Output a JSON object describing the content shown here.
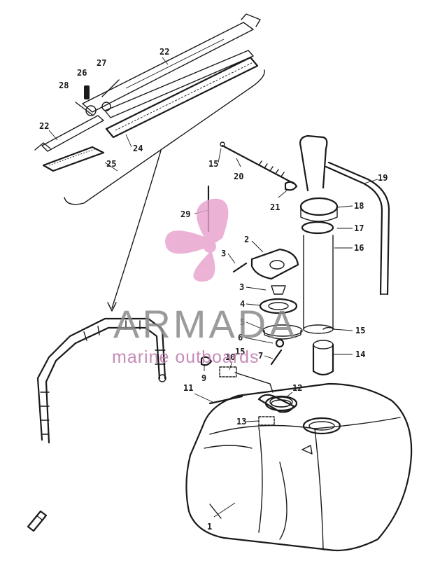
{
  "callouts": [
    {
      "id": "c1",
      "text": "1"
    },
    {
      "id": "c2",
      "text": "2"
    },
    {
      "id": "c3",
      "text": "3"
    },
    {
      "id": "c3b",
      "text": "3"
    },
    {
      "id": "c4",
      "text": "4"
    },
    {
      "id": "c5",
      "text": "5"
    },
    {
      "id": "c6",
      "text": "6"
    },
    {
      "id": "c7",
      "text": "7"
    },
    {
      "id": "c9",
      "text": "9"
    },
    {
      "id": "c10",
      "text": "10"
    },
    {
      "id": "c11",
      "text": "11"
    },
    {
      "id": "c12",
      "text": "12"
    },
    {
      "id": "c13",
      "text": "13"
    },
    {
      "id": "c14",
      "text": "14"
    },
    {
      "id": "c15a",
      "text": "15"
    },
    {
      "id": "c15b",
      "text": "15"
    },
    {
      "id": "c15c",
      "text": "15"
    },
    {
      "id": "c16",
      "text": "16"
    },
    {
      "id": "c17",
      "text": "17"
    },
    {
      "id": "c18",
      "text": "18"
    },
    {
      "id": "c19",
      "text": "19"
    },
    {
      "id": "c20",
      "text": "20"
    },
    {
      "id": "c21",
      "text": "21"
    },
    {
      "id": "c22a",
      "text": "22"
    },
    {
      "id": "c22b",
      "text": "22"
    },
    {
      "id": "c24",
      "text": "24"
    },
    {
      "id": "c25",
      "text": "25"
    },
    {
      "id": "c26",
      "text": "26"
    },
    {
      "id": "c27",
      "text": "27"
    },
    {
      "id": "c28",
      "text": "28"
    },
    {
      "id": "c29",
      "text": "29"
    }
  ],
  "watermark": {
    "brand": "ARMADA",
    "tagline": "marine outboards",
    "logo_icon": "propeller-icon",
    "logo_color": "#e8a0cc"
  }
}
